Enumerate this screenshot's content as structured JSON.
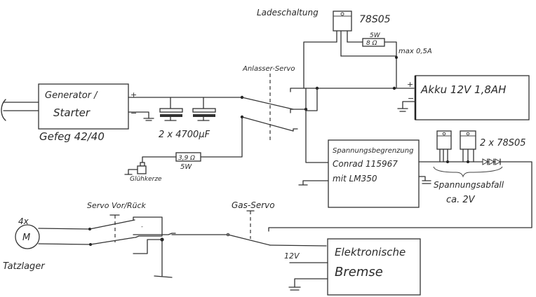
{
  "diagram": {
    "title": "Generator/Starter circuit (hand-drawn)",
    "ink_color": "#2a2a2a",
    "paper_color": "#ffffff",
    "labels": {
      "generator_line1": "Generator /",
      "generator_line2": "Starter",
      "generator_model": "Gefeg 42/40",
      "gen_plus": "+",
      "gen_minus": "−",
      "capacitors": "2 x 4700µF",
      "resistor_glow_value": "3,9 Ω",
      "resistor_glow_power": "5W",
      "glow_plug": "Glühkerze",
      "starter_servo": "Anlasser-Servo",
      "charging_circuit": "Ladeschaltung",
      "regulator_top": "78S05",
      "resistor_charge_value": "8 Ω",
      "resistor_charge_power": "5W",
      "max_current": "max 0,5A",
      "battery": "Akku 12V 1,8AH",
      "batt_plus": "+",
      "batt_minus": "−",
      "limiter_line1": "Spannungsbegrenzung",
      "limiter_line2": "Conrad 115967",
      "limiter_line3": "mit LM350",
      "regulators_right": "2 x 78S05",
      "voltage_drop_line1": "Spannungsabfall",
      "voltage_drop_line2": "ca. 2V",
      "motor_count": "4x",
      "motor_symbol": "M",
      "motor_name": "Tatzlager",
      "servo_direction": "Servo Vor/Rück",
      "gas_servo": "Gas-Servo",
      "brake_line1": "Elektronische",
      "brake_line2": "Bremse",
      "brake_supply": "12V"
    }
  }
}
